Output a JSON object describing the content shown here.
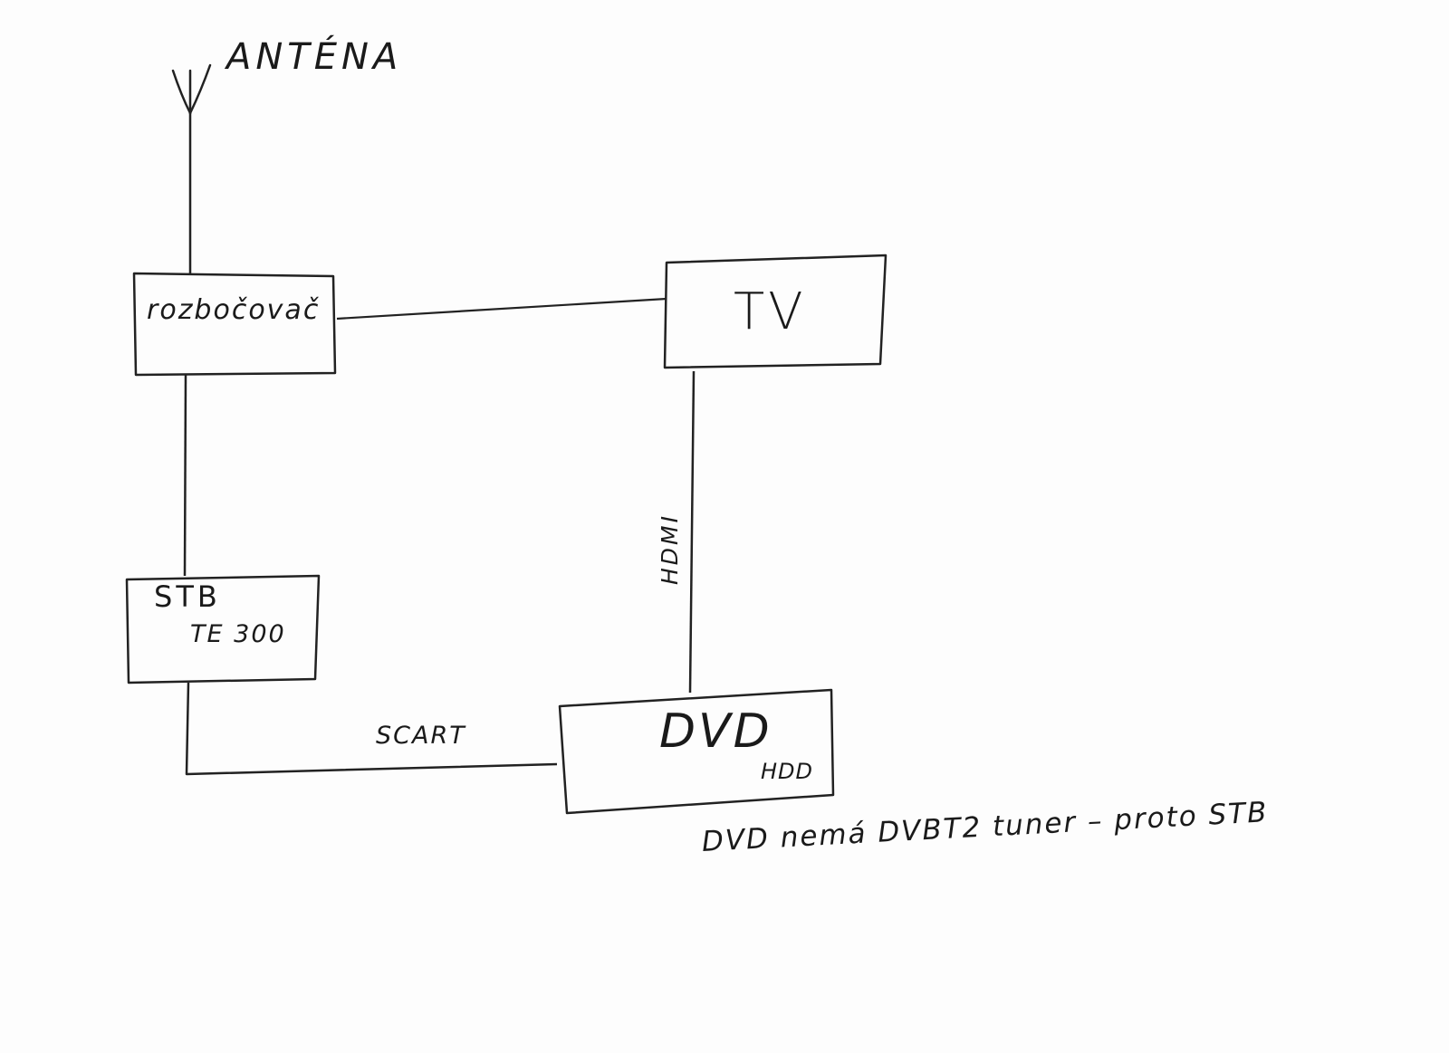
{
  "diagram": {
    "antenna_label": "ANTÉNA",
    "splitter_label": "rozbočovač",
    "tv_label": "TV",
    "stb_label": "STB",
    "stb_model": "TE 300",
    "dvd_label": "DVD",
    "dvd_sub": "HDD",
    "scart_label": "SCART",
    "hdmi_label": "HDMI",
    "note": "DVD nemá DVBT2 tuner – proto STB"
  },
  "colors": {
    "ink": "#222222",
    "paper": "#fdfdfd"
  },
  "icons": [
    "antenna-icon"
  ]
}
